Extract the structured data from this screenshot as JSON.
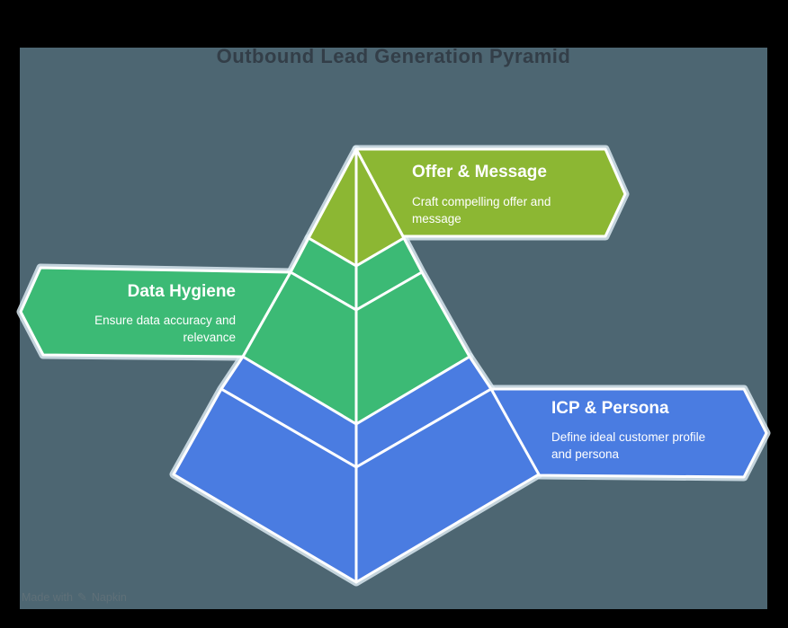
{
  "page": {
    "background": "#000000",
    "canvas_color": "#4d6672"
  },
  "title": {
    "text": "Outbound Lead Generation Pyramid",
    "color": "#333e48"
  },
  "styles": {
    "outline": "#ffffff",
    "halo": "#d9e8f0"
  },
  "tiers": [
    {
      "id": "offer-message",
      "label": "Offer & Message",
      "desc_line1": "Craft compelling offer and",
      "desc_line2": "message",
      "color": "#8cb733",
      "text_color": "#ffffff",
      "position": "top"
    },
    {
      "id": "data-hygiene",
      "label": "Data Hygiene",
      "desc_line1": "Ensure data accuracy and",
      "desc_line2": "relevance",
      "color": "#3cba75",
      "text_color": "#ffffff",
      "position": "middle"
    },
    {
      "id": "icp-persona",
      "label": "ICP & Persona",
      "desc_line1": "Define ideal customer profile",
      "desc_line2": "and persona",
      "color": "#4a7ce1",
      "text_color": "#ffffff",
      "position": "bottom"
    }
  ],
  "watermark": {
    "prefix": "Made with",
    "brand": "Napkin",
    "icon": "pen-icon",
    "color": "#5f7078"
  }
}
